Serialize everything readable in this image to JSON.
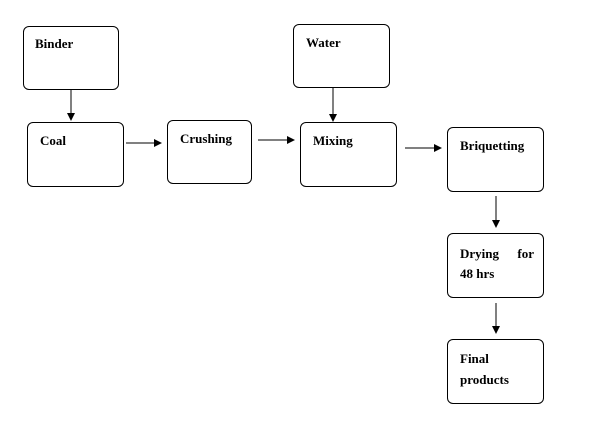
{
  "nodes": {
    "binder": "Binder",
    "coal": "Coal",
    "crushing": "Crushing",
    "water": "Water",
    "mixing": "Mixing",
    "briquetting": "Briquetting",
    "drying_line1": "Drying for",
    "drying_line2": "48 hrs",
    "final_line1": "Final",
    "final_line2": "products"
  },
  "colors": {
    "stroke": "#000000",
    "background": "#ffffff"
  }
}
